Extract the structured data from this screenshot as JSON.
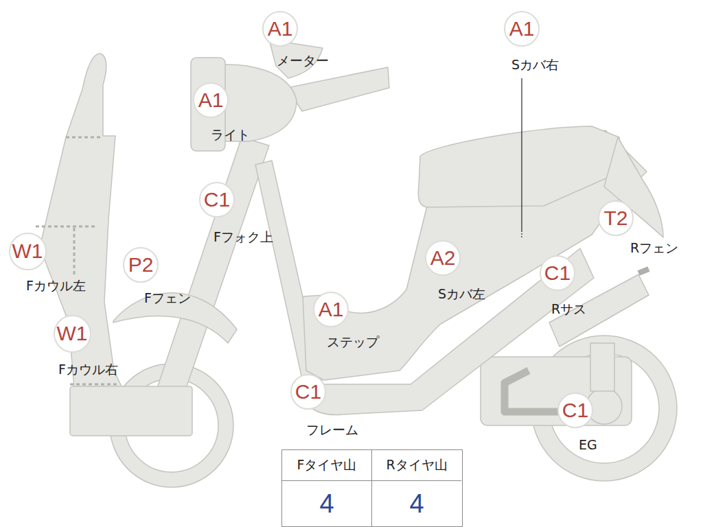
{
  "diagram": {
    "nodes": [
      {
        "text": [
          "A1",
          "メーター"
        ]
      },
      {
        "text": [
          "A1",
          "Sカバ右"
        ]
      },
      {
        "text": [
          "A1",
          "ライト"
        ]
      },
      {
        "text": [
          "C1",
          "Fフォク上"
        ]
      },
      {
        "text": [
          "T2",
          "Rフェン"
        ]
      },
      {
        "text": [
          "W1",
          "Fカウル左"
        ]
      },
      {
        "text": [
          "P2",
          "Fフェン"
        ]
      },
      {
        "text": [
          "A2",
          "Sカバ左"
        ]
      },
      {
        "text": [
          "C1",
          "Rサス"
        ]
      },
      {
        "text": [
          "A1",
          "ステップ"
        ]
      },
      {
        "text": [
          "W1",
          "Fカウル右"
        ]
      },
      {
        "text": [
          "C1",
          "フレーム"
        ]
      },
      {
        "text": [
          "C1",
          "EG"
        ]
      }
    ],
    "labels": [
      "Fタイヤ山",
      "Rタイヤ山",
      "4",
      "4"
    ]
  }
}
